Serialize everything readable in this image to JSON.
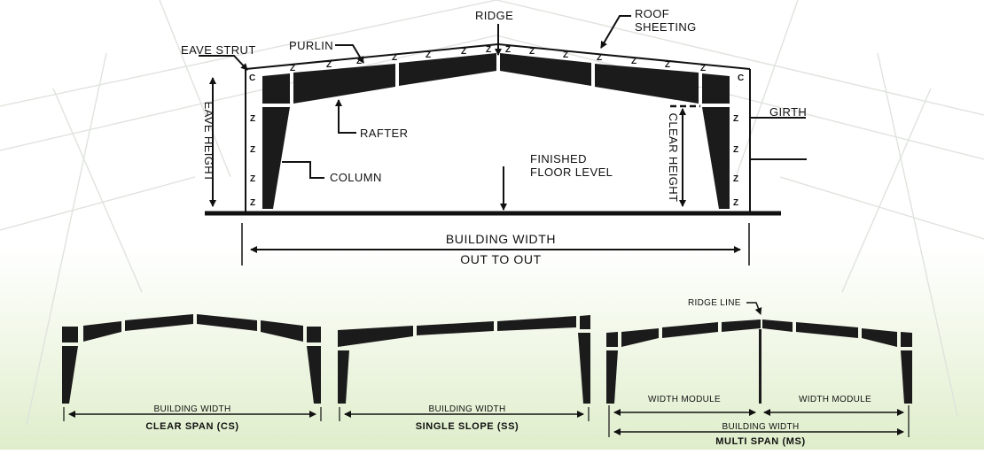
{
  "main_diagram": {
    "labels": {
      "ridge": "RIDGE",
      "roof_sheeting_line1": "ROOF",
      "roof_sheeting_line2": "SHEETING",
      "eave_strut": "EAVE STRUT",
      "purlin": "PURLIN",
      "girth": "GIRTH",
      "rafter": "RAFTER",
      "column": "COLUMN",
      "finished_floor_line1": "FINISHED",
      "finished_floor_line2": "FLOOR LEVEL",
      "eave_height": "EAVE HEIGHT",
      "clear_height": "CLEAR HEIGHT",
      "building_width": "BUILDING WIDTH",
      "out_to_out": "OUT TO OUT",
      "purlin_symbol": "Z",
      "girth_symbol": "Z",
      "eave_strut_symbol": "C"
    }
  },
  "variants": [
    {
      "dimension_label": "BUILDING WIDTH",
      "caption": "CLEAR SPAN (CS)"
    },
    {
      "dimension_label": "BUILDING WIDTH",
      "caption": "SINGLE SLOPE (SS)"
    },
    {
      "ridge_line_label": "RIDGE LINE",
      "module_label_left": "WIDTH MODULE",
      "module_label_right": "WIDTH MODULE",
      "dimension_label": "BUILDING WIDTH",
      "caption": "MULTI SPAN (MS)"
    }
  ],
  "colors": {
    "steel": "#1b1b1b",
    "background_tint": "#dfedcb"
  }
}
